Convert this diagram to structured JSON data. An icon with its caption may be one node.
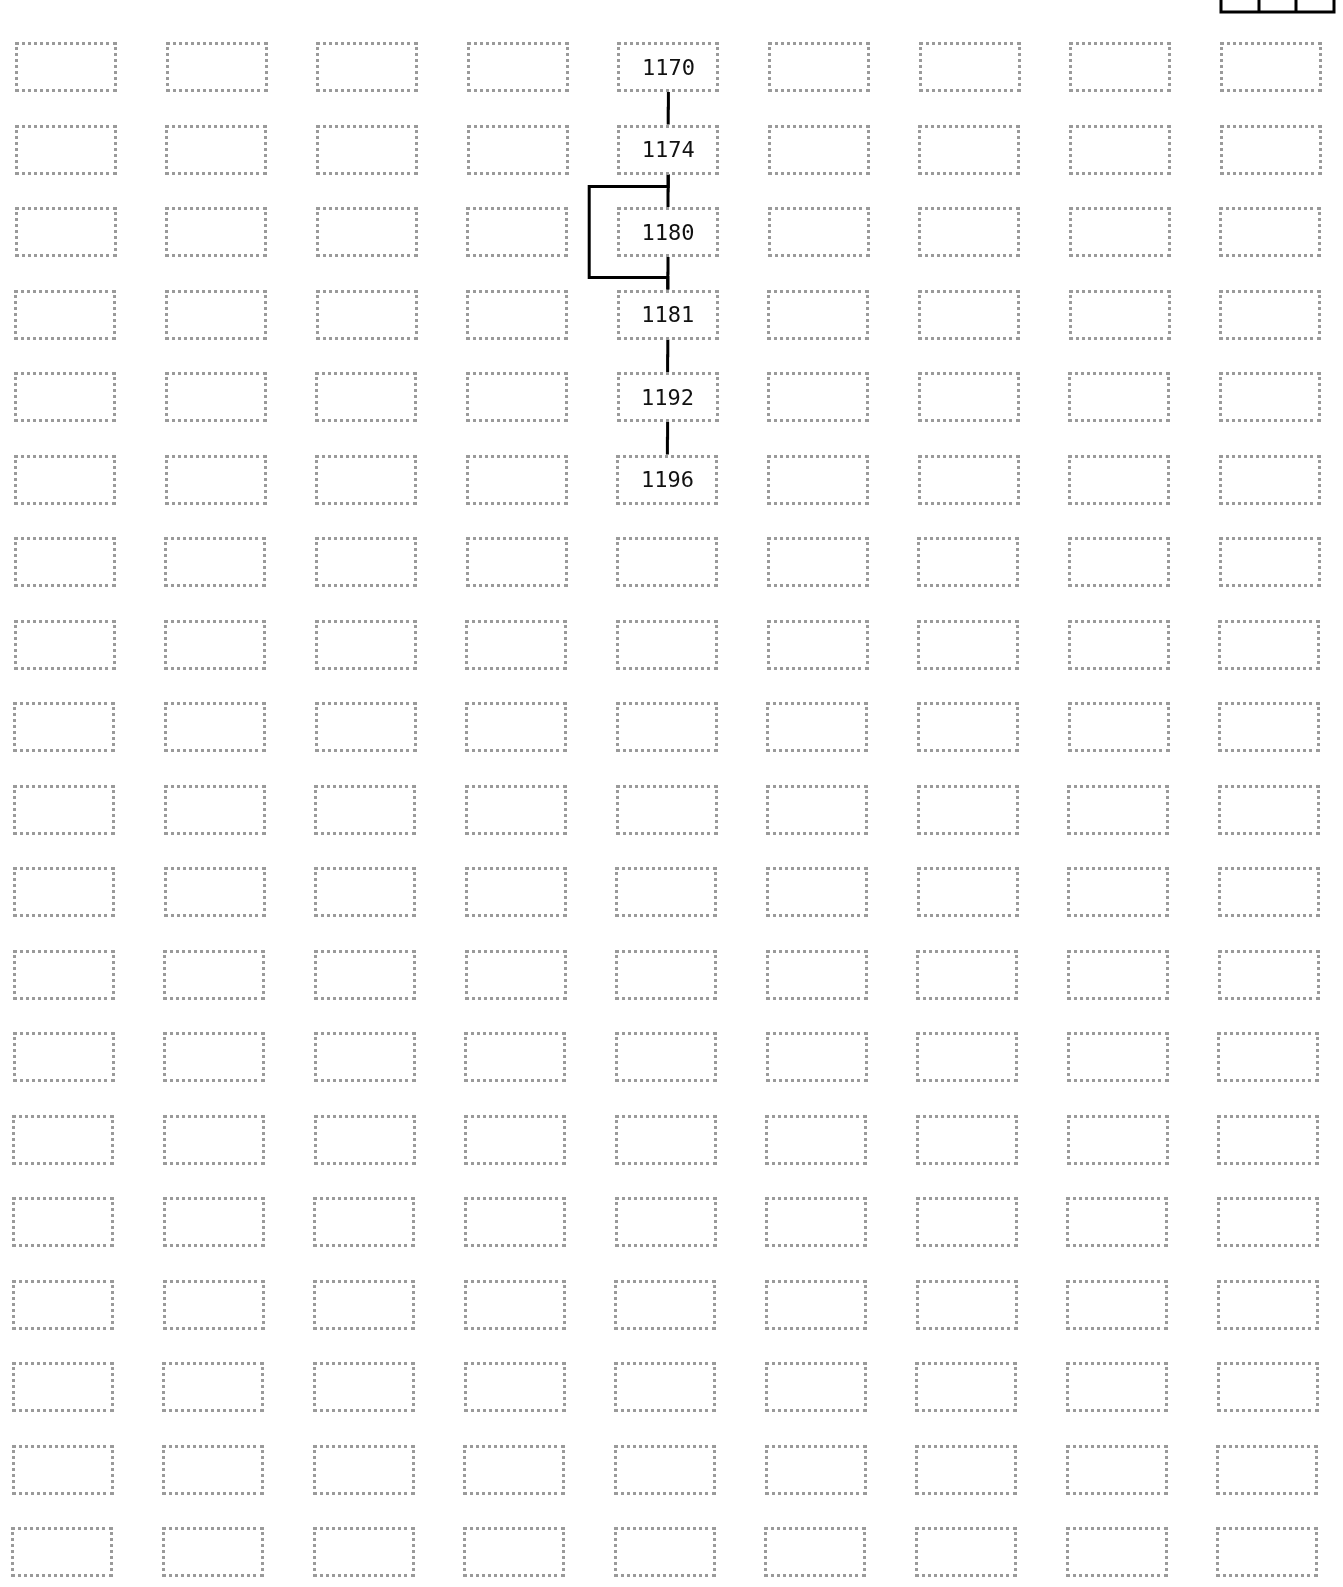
{
  "diagram": {
    "nodes": [
      {
        "text": [],
        "shape": "box"
      },
      {
        "text": [],
        "shape": "box"
      },
      {
        "text": [],
        "shape": "box"
      },
      {
        "text": [],
        "shape": "box"
      },
      {
        "text": [
          "1170"
        ]
      },
      {
        "text": [],
        "shape": "box"
      },
      {
        "text": [],
        "shape": "box"
      },
      {
        "text": [],
        "shape": "box"
      },
      {
        "text": [],
        "shape": "box"
      },
      {
        "text": [],
        "shape": "box"
      },
      {
        "text": [],
        "shape": "box"
      },
      {
        "text": [],
        "shape": "box"
      },
      {
        "text": [],
        "shape": "box"
      },
      {
        "text": [
          "1174"
        ]
      },
      {
        "text": [],
        "shape": "box"
      },
      {
        "text": [],
        "shape": "box"
      },
      {
        "text": [],
        "shape": "box"
      },
      {
        "text": [],
        "shape": "box"
      },
      {
        "text": [],
        "shape": "box"
      },
      {
        "text": [],
        "shape": "box"
      },
      {
        "text": [],
        "shape": "box"
      },
      {
        "text": [],
        "shape": "box"
      },
      {
        "text": [
          "1180"
        ]
      },
      {
        "text": [],
        "shape": "box"
      },
      {
        "text": [],
        "shape": "box"
      },
      {
        "text": [],
        "shape": "box"
      },
      {
        "text": [],
        "shape": "box"
      },
      {
        "text": [],
        "shape": "box"
      },
      {
        "text": [],
        "shape": "box"
      },
      {
        "text": [],
        "shape": "box"
      },
      {
        "text": [],
        "shape": "box"
      },
      {
        "text": [
          "1181"
        ]
      },
      {
        "text": [],
        "shape": "box"
      },
      {
        "text": [],
        "shape": "box"
      },
      {
        "text": [],
        "shape": "box"
      },
      {
        "text": [],
        "shape": "box"
      },
      {
        "text": [],
        "shape": "box"
      },
      {
        "text": [],
        "shape": "box"
      },
      {
        "text": [],
        "shape": "box"
      },
      {
        "text": [],
        "shape": "box"
      },
      {
        "text": [
          "1192"
        ]
      },
      {
        "text": [],
        "shape": "box"
      },
      {
        "text": [],
        "shape": "box"
      },
      {
        "text": [],
        "shape": "box"
      },
      {
        "text": [],
        "shape": "box"
      },
      {
        "text": [],
        "shape": "box"
      },
      {
        "text": [],
        "shape": "box"
      },
      {
        "text": [],
        "shape": "box"
      },
      {
        "text": [],
        "shape": "box"
      },
      {
        "text": [
          "1196"
        ]
      },
      {
        "text": [],
        "shape": "box"
      },
      {
        "text": [],
        "shape": "box"
      },
      {
        "text": [],
        "shape": "box"
      },
      {
        "text": [],
        "shape": "box"
      },
      {
        "text": [],
        "shape": "box"
      },
      {
        "text": [],
        "shape": "box"
      },
      {
        "text": [],
        "shape": "box"
      },
      {
        "text": [],
        "shape": "box"
      },
      {
        "text": [],
        "shape": "box"
      },
      {
        "text": [],
        "shape": "box"
      },
      {
        "text": [],
        "shape": "box"
      },
      {
        "text": [],
        "shape": "box"
      },
      {
        "text": [],
        "shape": "box"
      },
      {
        "text": [],
        "shape": "box"
      },
      {
        "text": [],
        "shape": "box"
      },
      {
        "text": [],
        "shape": "box"
      },
      {
        "text": [],
        "shape": "box"
      },
      {
        "text": [],
        "shape": "box"
      },
      {
        "text": [],
        "shape": "box"
      },
      {
        "text": [],
        "shape": "box"
      },
      {
        "text": [],
        "shape": "box"
      },
      {
        "text": [],
        "shape": "box"
      },
      {
        "text": [],
        "shape": "box"
      },
      {
        "text": [],
        "shape": "box"
      },
      {
        "text": [],
        "shape": "box"
      },
      {
        "text": [],
        "shape": "box"
      },
      {
        "text": [],
        "shape": "box"
      },
      {
        "text": [],
        "shape": "box"
      },
      {
        "text": [],
        "shape": "box"
      },
      {
        "text": [],
        "shape": "box"
      },
      {
        "text": [],
        "shape": "box"
      },
      {
        "text": [],
        "shape": "box"
      },
      {
        "text": [],
        "shape": "box"
      },
      {
        "text": [],
        "shape": "box"
      },
      {
        "text": [],
        "shape": "box"
      },
      {
        "text": [],
        "shape": "box"
      },
      {
        "text": [],
        "shape": "box"
      },
      {
        "text": [],
        "shape": "box"
      },
      {
        "text": [],
        "shape": "box"
      },
      {
        "text": [],
        "shape": "box"
      },
      {
        "text": [],
        "shape": "box"
      },
      {
        "text": [],
        "shape": "box"
      },
      {
        "text": [],
        "shape": "box"
      },
      {
        "text": [],
        "shape": "box"
      },
      {
        "text": [],
        "shape": "box"
      },
      {
        "text": [],
        "shape": "box"
      },
      {
        "text": [],
        "shape": "box"
      },
      {
        "text": [],
        "shape": "box"
      },
      {
        "text": [],
        "shape": "box"
      },
      {
        "text": [],
        "shape": "box"
      },
      {
        "text": [],
        "shape": "box"
      },
      {
        "text": [],
        "shape": "box"
      },
      {
        "text": [],
        "shape": "box"
      },
      {
        "text": [],
        "shape": "box"
      },
      {
        "text": [],
        "shape": "box"
      },
      {
        "text": [],
        "shape": "box"
      },
      {
        "text": [],
        "shape": "box"
      },
      {
        "text": [],
        "shape": "box"
      },
      {
        "text": [],
        "shape": "box"
      },
      {
        "text": [],
        "shape": "box"
      },
      {
        "text": [],
        "shape": "box"
      },
      {
        "text": [],
        "shape": "box"
      },
      {
        "text": [],
        "shape": "box"
      },
      {
        "text": [],
        "shape": "box"
      },
      {
        "text": [],
        "shape": "box"
      },
      {
        "text": [],
        "shape": "box"
      },
      {
        "text": [],
        "shape": "box"
      },
      {
        "text": [],
        "shape": "box"
      },
      {
        "text": [],
        "shape": "box"
      },
      {
        "text": [],
        "shape": "box"
      },
      {
        "text": [],
        "shape": "box"
      },
      {
        "text": [],
        "shape": "box"
      },
      {
        "text": [],
        "shape": "box"
      },
      {
        "text": [],
        "shape": "box"
      },
      {
        "text": [],
        "shape": "box"
      },
      {
        "text": [],
        "shape": "box"
      },
      {
        "text": [],
        "shape": "box"
      },
      {
        "text": [],
        "shape": "box"
      },
      {
        "text": [],
        "shape": "box"
      },
      {
        "text": [],
        "shape": "box"
      },
      {
        "text": [],
        "shape": "box"
      },
      {
        "text": [],
        "shape": "box"
      },
      {
        "text": [],
        "shape": "box"
      },
      {
        "text": [],
        "shape": "box"
      },
      {
        "text": [],
        "shape": "box"
      },
      {
        "text": [],
        "shape": "box"
      },
      {
        "text": [],
        "shape": "box"
      },
      {
        "text": [],
        "shape": "box"
      },
      {
        "text": [],
        "shape": "box"
      },
      {
        "text": [],
        "shape": "box"
      },
      {
        "text": [],
        "shape": "box"
      },
      {
        "text": [],
        "shape": "box"
      },
      {
        "text": [],
        "shape": "box"
      },
      {
        "text": [],
        "shape": "box"
      },
      {
        "text": [],
        "shape": "box"
      },
      {
        "text": [],
        "shape": "box"
      },
      {
        "text": [],
        "shape": "box"
      },
      {
        "text": [],
        "shape": "box"
      },
      {
        "text": [],
        "shape": "box"
      },
      {
        "text": [],
        "shape": "box"
      },
      {
        "text": [],
        "shape": "box"
      },
      {
        "text": [],
        "shape": "box"
      },
      {
        "text": [],
        "shape": "box"
      },
      {
        "text": [],
        "shape": "box"
      },
      {
        "text": [],
        "shape": "box"
      },
      {
        "text": [],
        "shape": "box"
      },
      {
        "text": [],
        "shape": "box"
      },
      {
        "text": [],
        "shape": "box"
      },
      {
        "text": [],
        "shape": "box"
      },
      {
        "text": [],
        "shape": "box"
      },
      {
        "text": [],
        "shape": "box"
      },
      {
        "text": [],
        "shape": "box"
      },
      {
        "text": [],
        "shape": "box"
      },
      {
        "text": [],
        "shape": "box"
      },
      {
        "text": [],
        "shape": "box"
      },
      {
        "text": [],
        "shape": "box"
      },
      {
        "text": [],
        "shape": "box"
      },
      {
        "text": [],
        "shape": "box"
      },
      {
        "text": [],
        "shape": "box"
      },
      {
        "text": [],
        "shape": "box"
      },
      {
        "text": [],
        "shape": "box"
      }
    ],
    "edges": [
      {
        "from": 4,
        "to": 13,
        "arrow": "none"
      },
      {
        "from": 13,
        "to": 22,
        "arrow": "none"
      },
      {
        "from": 22,
        "to": 31,
        "arrow": "none"
      },
      {
        "from": 13,
        "to": 31,
        "arrow": "none"
      },
      {
        "from": 31,
        "to": 40,
        "arrow": "none"
      },
      {
        "from": 40,
        "to": 49,
        "arrow": "none"
      }
    ]
  }
}
